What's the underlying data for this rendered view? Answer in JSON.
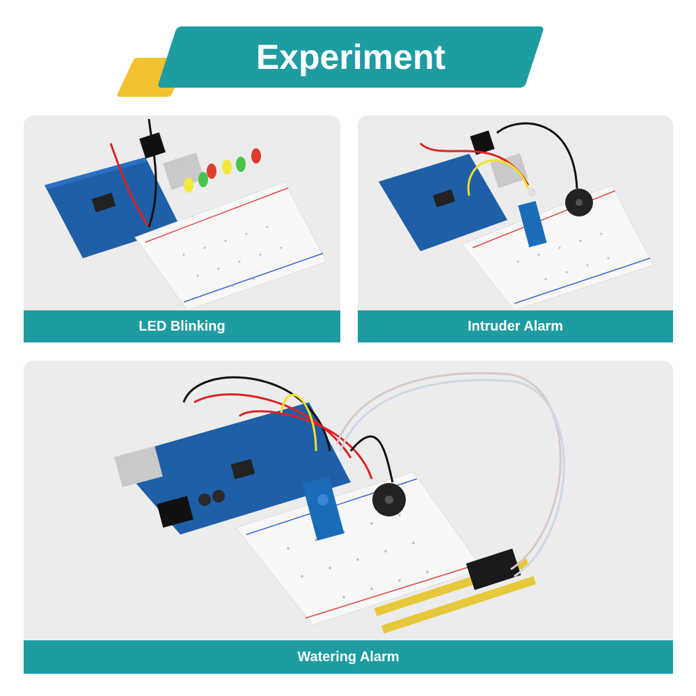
{
  "header": {
    "title": "Experiment"
  },
  "experiments": [
    {
      "label": "LED Blinking"
    },
    {
      "label": "Intruder Alarm"
    },
    {
      "label": "Watering Alarm"
    }
  ],
  "colors": {
    "banner": "#1e9ca2",
    "accent": "#f2c230",
    "card_background": "#ececec"
  }
}
